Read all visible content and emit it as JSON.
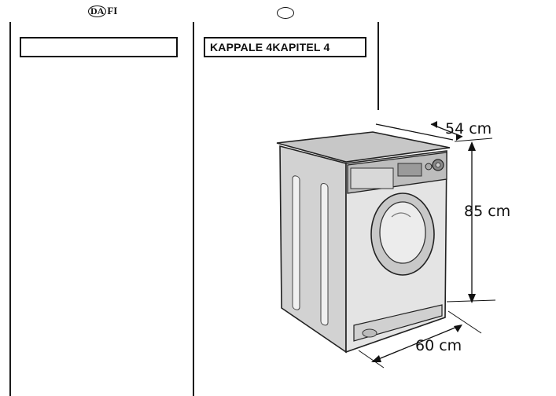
{
  "header": {
    "left_language_code": "DA",
    "left_language_code_2": "FI",
    "right_language_symbol": "oval-icon"
  },
  "sections": {
    "left_title": "",
    "right_title": "KAPPALE 4KAPITEL 4"
  },
  "dimensions": {
    "depth": "54 cm",
    "height": "85 cm",
    "width": "60 cm"
  }
}
